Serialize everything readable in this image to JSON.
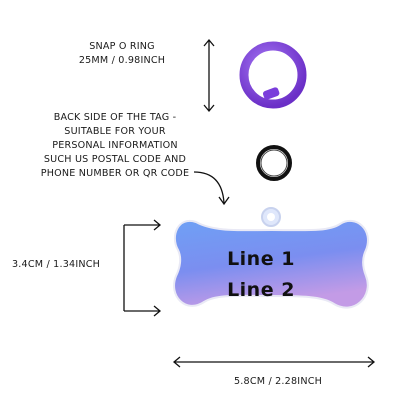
{
  "snap_ring": {
    "line1": "SNAP O RING",
    "line2": "25MM / 0.98INCH"
  },
  "back_side": {
    "lines": [
      "BACK SIDE OF THE TAG -",
      "SUITABLE FOR YOUR",
      "PERSONAL INFORMATION",
      "SUCH US POSTAL CODE AND",
      "PHONE NUMBER OR QR CODE"
    ]
  },
  "dimensions": {
    "height": "3.4CM / 1.34INCH",
    "width": "5.8CM / 2.28INCH"
  },
  "tag": {
    "line1": "Line 1",
    "line2": "Line 2"
  },
  "colors": {
    "ring": "#8a4fe0",
    "tag_top": "#5f8ff0",
    "tag_bottom": "#b58ce8",
    "black_ring": "#111111"
  }
}
